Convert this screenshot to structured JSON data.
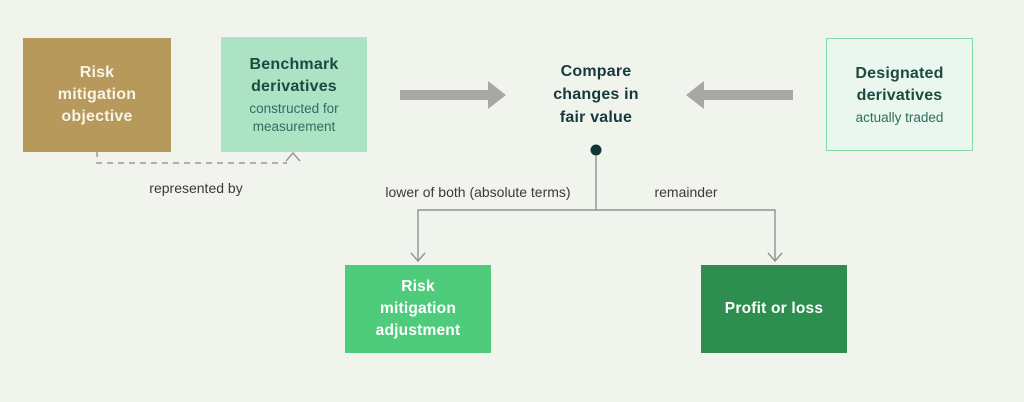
{
  "canvas": {
    "background": "#f1f3ed"
  },
  "nodes": {
    "risk_objective": {
      "label": "Risk\nmitigation\nobjective",
      "bg": "#b6995b",
      "text_color": "#f8f4e8"
    },
    "benchmark": {
      "title": "Benchmark\nderivatives",
      "subtitle": "constructed for\nmeasurement",
      "bg": "#abe3c4",
      "title_color": "#1b4a42",
      "subtitle_color": "#2e6e5f"
    },
    "designated": {
      "title": "Designated\nderivatives",
      "subtitle": "actually traded",
      "bg": "#e9f7ee",
      "border_color": "#83d9a6",
      "title_color": "#1b4a42",
      "subtitle_color": "#2e6e5f"
    },
    "compare": {
      "label": "Compare\nchanges in\nfair value",
      "text_color": "#15393d"
    },
    "adjustment": {
      "label": "Risk\nmitigation\nadjustment",
      "bg": "#4ecb7b",
      "text_color": "#ffffff"
    },
    "profit": {
      "label": "Profit or loss",
      "bg": "#2d8e4f",
      "text_color": "#ffffff"
    }
  },
  "edge_labels": {
    "represented_by": "represented by",
    "lower_of_both": "lower of both (absolute terms)",
    "remainder": "remainder"
  },
  "colors": {
    "arrow_gray": "#a7a8a4",
    "connector": "#8f938f",
    "dashed": "#9a9a96",
    "dot": "#113537",
    "label_text": "#3a3a38"
  }
}
